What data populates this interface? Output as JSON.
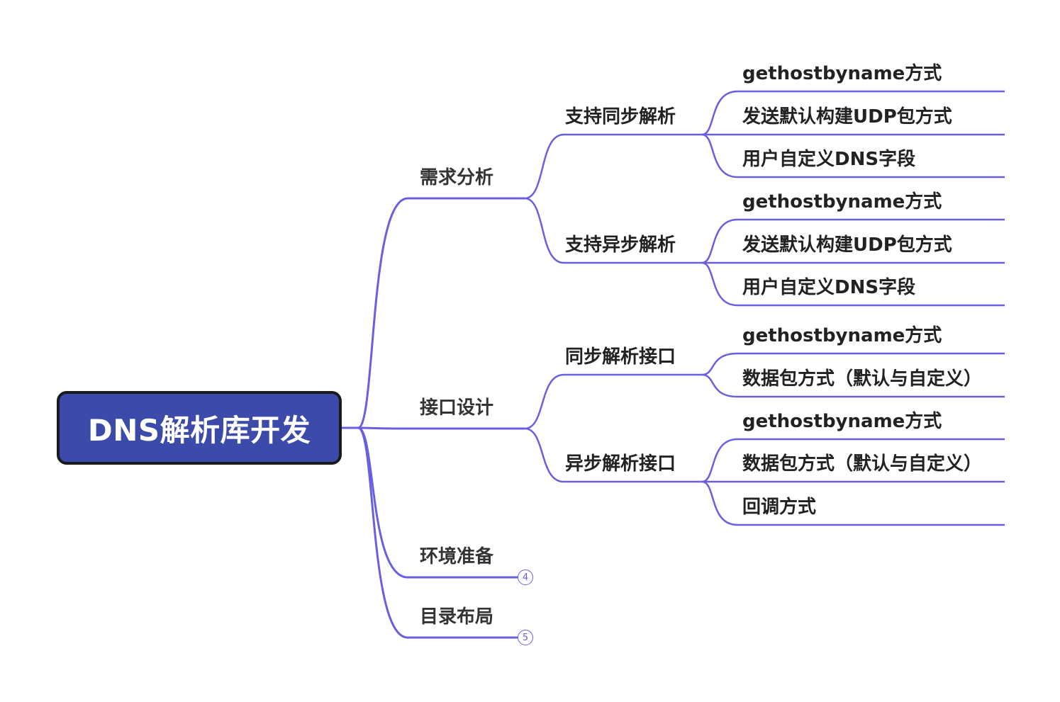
{
  "colors": {
    "line": "#6a5fe0",
    "root_fill": "#3c4aa9",
    "root_border": "#1b1b1b",
    "root_text": "#ffffff"
  },
  "root": {
    "label": "DNS解析库开发"
  },
  "branches": [
    {
      "label": "需求分析",
      "children": [
        {
          "label": "支持同步解析",
          "children": [
            "gethostbyname方式",
            "发送默认构建UDP包方式",
            "用户自定义DNS字段"
          ]
        },
        {
          "label": "支持异步解析",
          "children": [
            "gethostbyname方式",
            "发送默认构建UDP包方式",
            "用户自定义DNS字段"
          ]
        }
      ]
    },
    {
      "label": "接口设计",
      "children": [
        {
          "label": "同步解析接口",
          "children": [
            "gethostbyname方式",
            "数据包方式（默认与自定义）"
          ]
        },
        {
          "label": "异步解析接口",
          "children": [
            "gethostbyname方式",
            "数据包方式（默认与自定义）",
            "回调方式"
          ]
        }
      ]
    },
    {
      "label": "环境准备",
      "collapsed_count": "4"
    },
    {
      "label": "目录布局",
      "collapsed_count": "5"
    }
  ]
}
